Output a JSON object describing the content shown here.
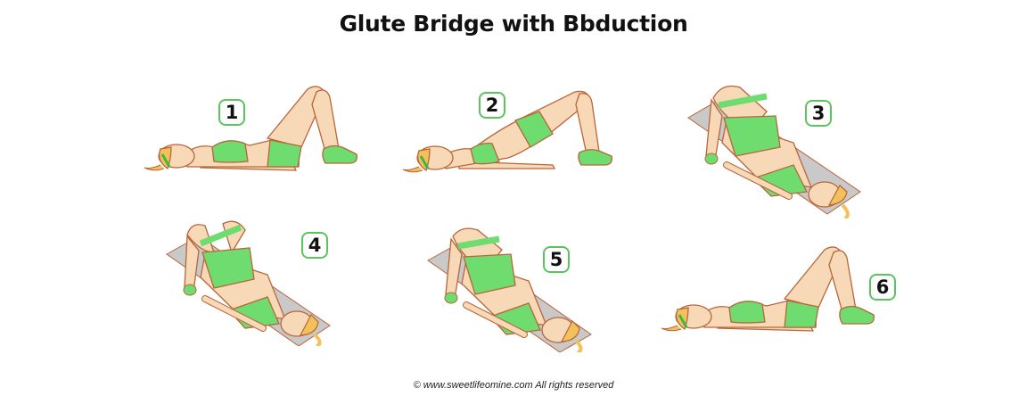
{
  "title": "Glute Bridge with Bbduction",
  "footer": "© www.sweetlifeomine.com All rights reserved",
  "colors": {
    "skin": "#f7d9b8",
    "outline": "#b9653a",
    "outfit": "#6fdc6f",
    "outfit_dark": "#3fb64a",
    "hair": "#f3c15a",
    "mat": "#c9c9c9",
    "badge_border": "#5cc45f"
  },
  "steps": [
    {
      "number": "1",
      "pose": "lying, knees bent, feet flat (side view)"
    },
    {
      "number": "2",
      "pose": "hips raised into bridge (side view)"
    },
    {
      "number": "3",
      "pose": "bridge with band around thighs, on mat (top view)"
    },
    {
      "number": "4",
      "pose": "bridge, knees pressed outward against band (top view)"
    },
    {
      "number": "5",
      "pose": "bridge, knees returning together (top view)"
    },
    {
      "number": "6",
      "pose": "lowered back to starting position (side view)"
    }
  ]
}
